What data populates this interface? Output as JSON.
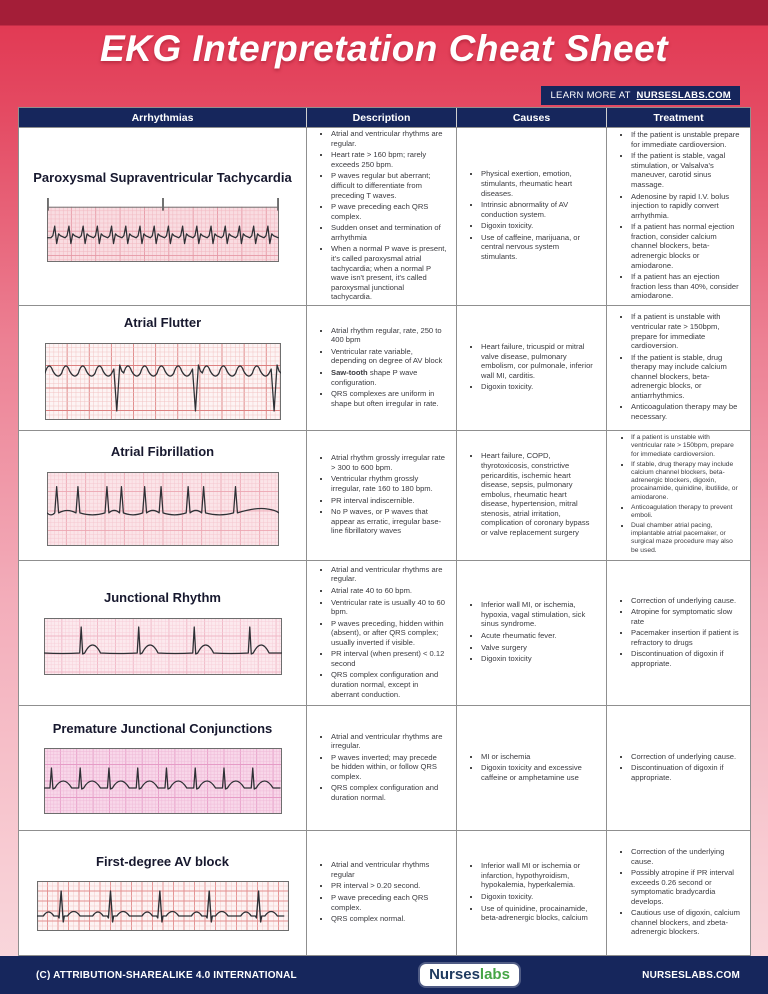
{
  "page": {
    "title": "EKG Interpretation Cheat Sheet",
    "learn_more": "LEARN MORE AT",
    "learn_more_site": "NURSESLABS.COM"
  },
  "colors": {
    "header_navy": "#16265c",
    "top_red": "#e23a54",
    "top_dark_red": "#a41e38",
    "ekg_grid_pink": "#f1b6c0"
  },
  "table": {
    "headers": [
      "Arrhythmias",
      "Description",
      "Causes",
      "Treatment"
    ],
    "rows": [
      {
        "name": "Paroxysmal Supraventricular Tachycardia",
        "ekg": "psvt",
        "description": [
          "Atrial and ventricular rhythms are regular.",
          "Heart rate > 160 bpm; rarely exceeds 250 bpm.",
          "P waves regular but aberrant; difficult to differentiate from preceding T waves.",
          "P wave preceding each QRS complex.",
          "Sudden onset and termination of arrhythmia",
          "When a normal P wave is present, it's called paroxysmal atrial tachycardia; when a normal P wave isn't present, it's called paroxysmal junctional tachycardia."
        ],
        "causes": [
          "Physical exertion, emotion, stimulants, rheumatic heart diseases.",
          "Intrinsic abnormality of AV conduction system.",
          "Digoxin toxicity.",
          "Use of caffeine, marijuana, or central nervous system stimulants."
        ],
        "treatment": [
          "If the patient is unstable prepare for immediate cardioversion.",
          "If the patient is stable, vagal stimulation, or Valsalva's maneuver, carotid sinus massage.",
          "Adenosine by rapid I.V. bolus injection to rapidly convert arrhythmia.",
          "If a patient has normal ejection fraction, consider calcium channel blockers, beta-adrenergic blocks or amiodarone.",
          "If a patient has an ejection fraction less than 40%, consider amiodarone."
        ]
      },
      {
        "name": "Atrial Flutter",
        "ekg": "flutter",
        "description": [
          "Atrial rhythm regular, rate, 250 to 400 bpm",
          "Ventricular rate variable, depending on degree of AV block",
          "**Saw-tooth** shape P wave configuration.",
          "QRS complexes are uniform in shape but often irregular in rate."
        ],
        "causes": [
          "Heart failure, tricuspid or mitral valve disease, pulmonary embolism, cor pulmonale, inferior wall MI, carditis.",
          "Digoxin toxicity."
        ],
        "treatment": [
          "If a patient is unstable with ventricular rate > 150bpm, prepare for immediate cardioversion.",
          "If the patient is stable, drug therapy may include calcium channel blockers, beta-adrenergic blocks, or antiarrhythmics.",
          "Anticoagulation therapy may be necessary."
        ]
      },
      {
        "name": "Atrial Fibrillation",
        "ekg": "afib",
        "description": [
          "Atrial rhythm grossly irregular rate > 300 to 600 bpm.",
          "Ventricular rhythm grossly irregular, rate 160 to 180 bpm.",
          "PR interval indiscernible.",
          "No P waves, or P waves that appear as erratic, irregular base-line fibrillatory waves"
        ],
        "causes": [
          "Heart failure, COPD, thyrotoxicosis, constrictive pericarditis, ischemic heart disease, sepsis, pulmonary embolus, rheumatic heart disease, hypertension, mitral stenosis, atrial irritation, complication of coronary bypass or valve replacement surgery"
        ],
        "treatment": [
          "If a patient is unstable with ventricular rate > 150bpm, prepare for immediate cardioversion.",
          "If stable, drug therapy may include calcium channel blockers, beta-adrenergic blockers, digoxin, procainamide, quinidine, ibutilide, or amiodarone.",
          "Anticoagulation therapy to prevent emboli.",
          "Dual chamber atrial pacing, implantable atrial pacemaker, or surgical maze procedure may also be used."
        ]
      },
      {
        "name": "Junctional Rhythm",
        "ekg": "junctional",
        "description": [
          "Atrial and ventricular rhythms are regular.",
          "Atrial rate 40 to 60 bpm.",
          "Ventricular rate is usually 40 to 60 bpm.",
          "P waves preceding, hidden within (absent), or after QRS complex; usually inverted if visible.",
          "PR interval (when present) < 0.12 second",
          "QRS complex configuration and duration normal, except in aberrant conduction."
        ],
        "causes": [
          "Inferior wall MI, or ischemia, hypoxia, vagal stimulation, sick sinus syndrome.",
          "Acute rheumatic fever.",
          "Valve surgery",
          "Digoxin toxicity"
        ],
        "treatment": [
          "Correction of underlying cause.",
          "Atropine for symptomatic slow rate",
          "Pacemaker insertion if patient is refractory to drugs",
          "Discontinuation of digoxin if appropriate."
        ]
      },
      {
        "name": "Premature Junctional Conjunctions",
        "ekg": "pjc",
        "description": [
          "Atrial and ventricular rhythms are irregular.",
          "P waves inverted; may precede be hidden within, or follow QRS complex.",
          "QRS complex configuration and duration normal."
        ],
        "causes": [
          "MI or ischemia",
          "Digoxin toxicity and excessive caffeine or amphetamine use"
        ],
        "treatment": [
          "Correction of underlying cause.",
          "Discontinuation of digoxin if appropriate."
        ]
      },
      {
        "name": "First-degree AV block",
        "ekg": "avblock",
        "description": [
          "Atrial and ventricular rhythms regular",
          "PR interval > 0.20 second.",
          "P wave preceding each QRS complex.",
          "QRS complex normal."
        ],
        "causes": [
          "Inferior wall MI or ischemia or infarction, hypothyroidism, hypokalemia, hyperkalemia.",
          "Digoxin toxicity.",
          "Use of quinidine, procainamide, beta-adrenergic blocks, calcium"
        ],
        "treatment": [
          "Correction of the underlying cause.",
          "Possibly atropine if PR interval exceeds 0.26 second or symptomatic bradycardia develops.",
          "Cautious use of digoxin, calcium channel blockers, and zbeta-adrenergic blockers."
        ]
      }
    ]
  },
  "footer": {
    "license": "(C) ATTRIBUTION-SHAREALIKE 4.0 INTERNATIONAL",
    "logo_part1": "Nurses",
    "logo_part2": "labs",
    "site": "NURSESLABS.COM"
  }
}
